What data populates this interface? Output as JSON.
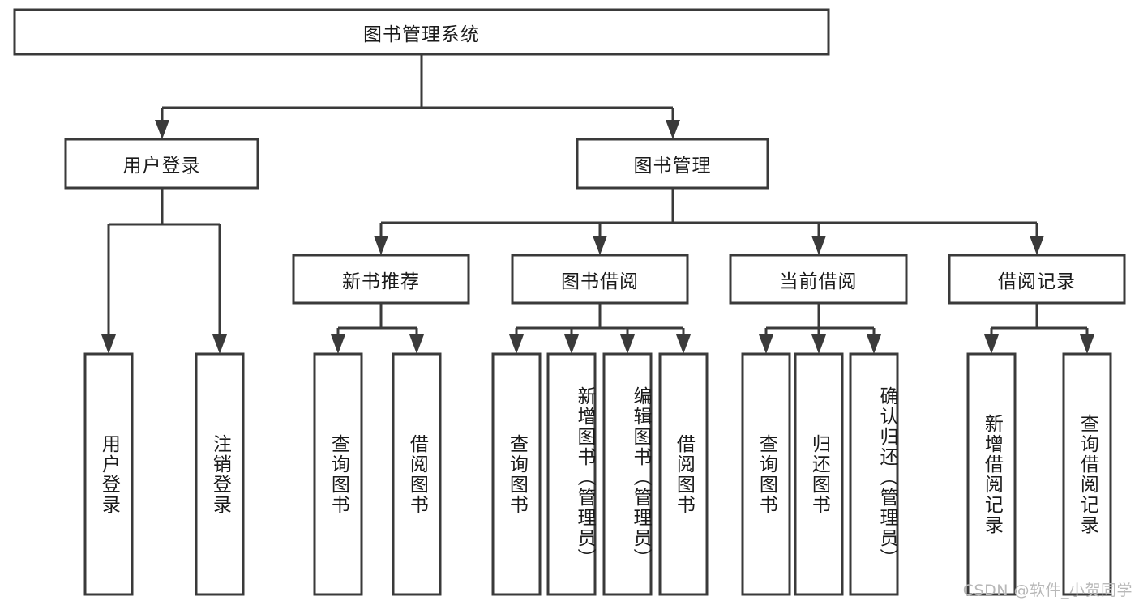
{
  "diagram": {
    "type": "tree-hierarchy-chart",
    "title": "图书管理系统",
    "background_color": "#ffffff",
    "stroke_color": "#3a3a3a",
    "text_color": "#1a1a1a",
    "root": {
      "label": "图书管理系统"
    },
    "level2": [
      {
        "label": "用户登录"
      },
      {
        "label": "图书管理"
      }
    ],
    "level3": [
      {
        "label": "新书推荐"
      },
      {
        "label": "图书借阅"
      },
      {
        "label": "当前借阅"
      },
      {
        "label": "借阅记录"
      }
    ],
    "leaves": {
      "user_login": [
        {
          "label": "用户登录"
        },
        {
          "label": "注销登录"
        }
      ],
      "new_book_recommend": [
        {
          "label": "查询图书"
        },
        {
          "label": "借阅图书"
        }
      ],
      "book_borrow": [
        {
          "label": "查询图书"
        },
        {
          "label": "新增图书（管理员）"
        },
        {
          "label": "编辑图书（管理员）"
        },
        {
          "label": "借阅图书"
        }
      ],
      "current_borrow": [
        {
          "label": "查询图书"
        },
        {
          "label": "归还图书"
        },
        {
          "label": "确认归还（管理员）"
        }
      ],
      "borrow_record": [
        {
          "label": "新增借阅记录"
        },
        {
          "label": "查询借阅记录"
        }
      ]
    }
  },
  "watermark": {
    "text": "CSDN @软件_小贺同学"
  }
}
